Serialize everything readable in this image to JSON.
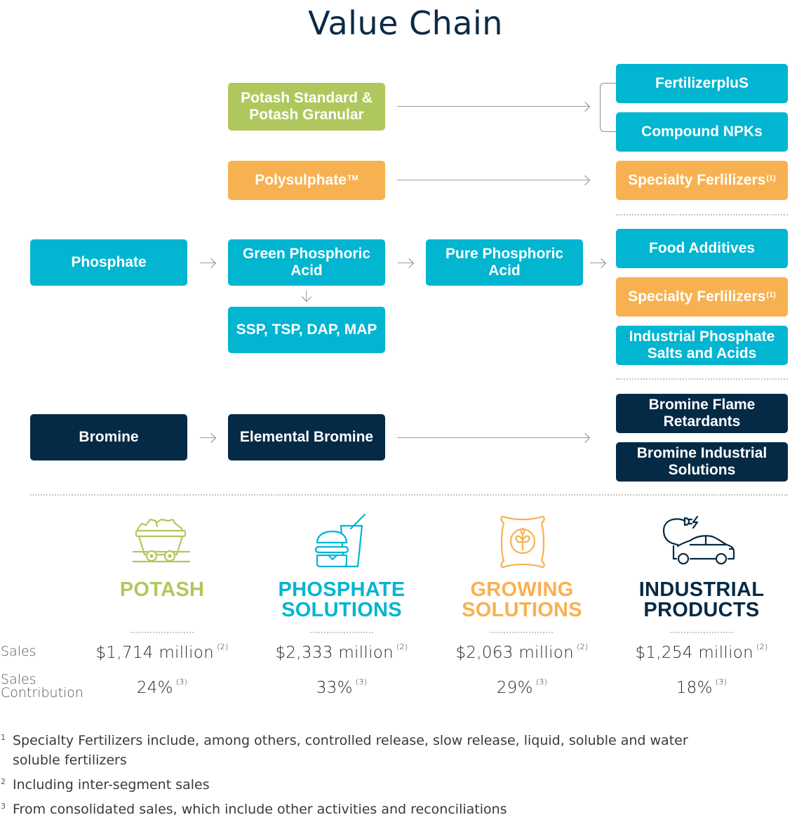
{
  "title": "Value Chain",
  "colors": {
    "potash": "#afc85e",
    "phosphate": "#02b5d1",
    "growing": "#f8b150",
    "industrial": "#052a45",
    "connector": "#9a9a9a"
  },
  "diagram": {
    "nodes": {
      "potash_standard": "Potash Standard & Potash Granular",
      "polysulphate": "Polysulphate",
      "polysulphate_mark": "TM",
      "phosphate": "Phosphate",
      "green_phosphoric": "Green Phosphoric Acid",
      "ssp": "SSP, TSP, DAP, MAP",
      "pure_phosphoric": "Pure Phosphoric Acid",
      "bromine": "Bromine",
      "elemental_bromine": "Elemental Bromine",
      "fertilizerplus": "FertilizerpluS",
      "compound_npks": "Compound NPKs",
      "specialty_1": "Specialty Ferlilizers",
      "specialty_1_note": "(1)",
      "food_additives": "Food Additives",
      "specialty_2": "Specialty Ferlilizers",
      "specialty_2_note": "(1)",
      "industrial_phosphate": "Industrial Phosphate Salts and Acids",
      "bromine_flame": "Bromine Flame Retardants",
      "bromine_industrial": "Bromine Industrial Solutions"
    },
    "edges": [
      {
        "from": "Potash Standard & Potash Granular",
        "to": [
          "FertilizerpluS",
          "Compound NPKs"
        ]
      },
      {
        "from": "Polysulphate",
        "to": [
          "Specialty Ferlilizers"
        ]
      },
      {
        "from": "Phosphate",
        "to": [
          "Green Phosphoric Acid"
        ]
      },
      {
        "from": "Green Phosphoric Acid",
        "to": [
          "Pure Phosphoric Acid",
          "SSP, TSP, DAP, MAP"
        ]
      },
      {
        "from": "Pure Phosphoric Acid",
        "to": [
          "Food Additives",
          "Specialty Ferlilizers",
          "Industrial Phosphate Salts and Acids"
        ]
      },
      {
        "from": "Bromine",
        "to": [
          "Elemental Bromine"
        ]
      },
      {
        "from": "Elemental Bromine",
        "to": [
          "Bromine Flame Retardants",
          "Bromine Industrial Solutions"
        ]
      }
    ]
  },
  "row_labels": {
    "sales": "Sales",
    "contribution_line1": "Sales",
    "contribution_line2": "Contribution"
  },
  "segments": [
    {
      "name_line1": "POTASH",
      "name_line2": "",
      "icon": "mine-cart-icon",
      "sales": "$1,714 million",
      "sales_note": "(2)",
      "contribution": "24%",
      "contribution_note": "(3)",
      "color": "#afc85e"
    },
    {
      "name_line1": "PHOSPHATE",
      "name_line2": "SOLUTIONS",
      "icon": "burger-drink-icon",
      "sales": "$2,333 million",
      "sales_note": "(2)",
      "contribution": "33%",
      "contribution_note": "(3)",
      "color": "#02b5d1"
    },
    {
      "name_line1": "GROWING",
      "name_line2": "SOLUTIONS",
      "icon": "seed-bag-icon",
      "sales": "$2,063 million",
      "sales_note": "(2)",
      "contribution": "29%",
      "contribution_note": "(3)",
      "color": "#f8b150"
    },
    {
      "name_line1": "INDUSTRIAL",
      "name_line2": "PRODUCTS",
      "icon": "electric-car-icon",
      "sales": "$1,254 million",
      "sales_note": "(2)",
      "contribution": "18%",
      "contribution_note": "(3)",
      "color": "#052a45"
    }
  ],
  "footnotes": [
    {
      "num": "1",
      "line1": "Specialty Fertilizers include, among others, controlled release, slow release, liquid, soluble and water",
      "line2": "soluble fertilizers"
    },
    {
      "num": "2",
      "line1": "Including inter-segment sales"
    },
    {
      "num": "3",
      "line1": "From consolidated sales, which include other activities and reconciliations"
    }
  ]
}
